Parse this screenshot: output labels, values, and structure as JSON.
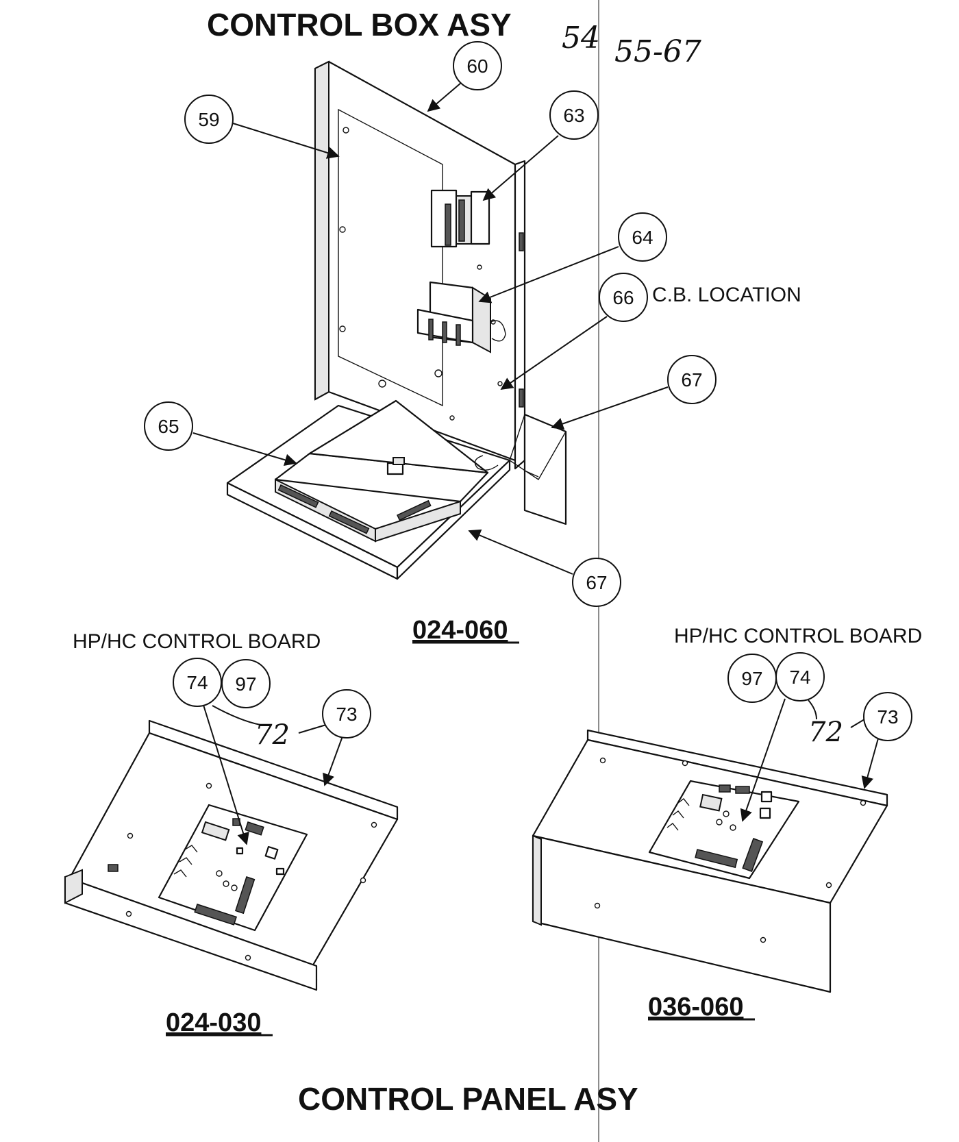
{
  "titles": {
    "top": "CONTROL BOX ASY",
    "bottom": "CONTROL PANEL ASY"
  },
  "handwritten": {
    "top_note_a": "54",
    "top_note_b": "55-67",
    "left_note": "72",
    "right_note": "72"
  },
  "labels": {
    "cb_location": "C.B. LOCATION",
    "left_board": "HP/HC CONTROL BOARD",
    "right_board": "HP/HC CONTROL BOARD"
  },
  "models": {
    "control_box": "024-060",
    "panel_left": "024-030",
    "panel_right": "036-060"
  },
  "callouts": {
    "c60": "60",
    "c59": "59",
    "c63": "63",
    "c64": "64",
    "c66": "66",
    "c67a": "67",
    "c65": "65",
    "c67b": "67",
    "l74": "74",
    "l97": "97",
    "l73": "73",
    "r97": "97",
    "r74": "74",
    "r73": "73"
  }
}
